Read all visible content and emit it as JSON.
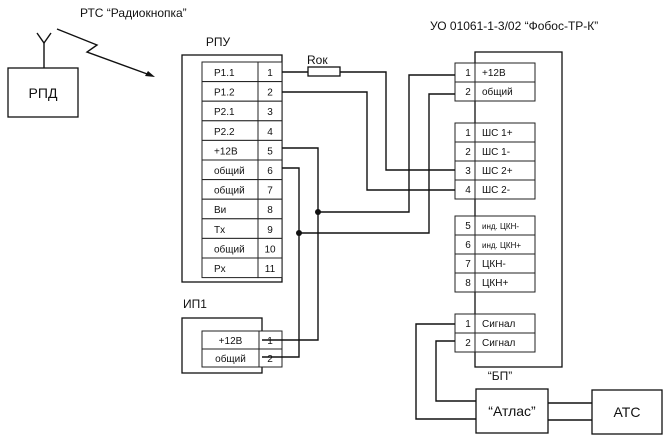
{
  "title_rts": "РТС “Радиокнопка”",
  "title_uo": "УО 01061-1-3/02 “Фобос-ТР-К”",
  "rpd": {
    "label": "РПД"
  },
  "rpu": {
    "title": "РПУ",
    "pins": [
      {
        "name": "P1.1",
        "num": "1"
      },
      {
        "name": "P1.2",
        "num": "2"
      },
      {
        "name": "P2.1",
        "num": "3"
      },
      {
        "name": "P2.2",
        "num": "4"
      },
      {
        "name": "+12В",
        "num": "5"
      },
      {
        "name": "общий",
        "num": "6"
      },
      {
        "name": "общий",
        "num": "7"
      },
      {
        "name": "Ви",
        "num": "8"
      },
      {
        "name": "Tx",
        "num": "9"
      },
      {
        "name": "общий",
        "num": "10"
      },
      {
        "name": "Px",
        "num": "11"
      }
    ]
  },
  "resistor": {
    "label": "Rок"
  },
  "ip1": {
    "title": "ИП1",
    "pins": [
      {
        "name": "+12В",
        "num": "1"
      },
      {
        "name": "общий",
        "num": "2"
      }
    ]
  },
  "uo": {
    "power_pins": [
      {
        "num": "1",
        "name": "+12В"
      },
      {
        "num": "2",
        "name": "общий"
      }
    ],
    "loop_pins": [
      {
        "num": "1",
        "name": "ШС 1+"
      },
      {
        "num": "2",
        "name": "ШС 1-"
      },
      {
        "num": "3",
        "name": "ШС 2+"
      },
      {
        "num": "4",
        "name": "ШС 2-"
      }
    ],
    "ckn_pins": [
      {
        "num": "5",
        "name": "инд. ЦКН-"
      },
      {
        "num": "6",
        "name": "инд. ЦКН+"
      },
      {
        "num": "7",
        "name": "ЦКН-"
      },
      {
        "num": "8",
        "name": "ЦКН+"
      }
    ],
    "signal_pins": [
      {
        "num": "1",
        "name": "Сигнал"
      },
      {
        "num": "2",
        "name": "Сигнал"
      }
    ]
  },
  "bp": {
    "label": "“БП”"
  },
  "atlas": {
    "label": "“Атлас”"
  },
  "ats": {
    "label": "АТС"
  }
}
